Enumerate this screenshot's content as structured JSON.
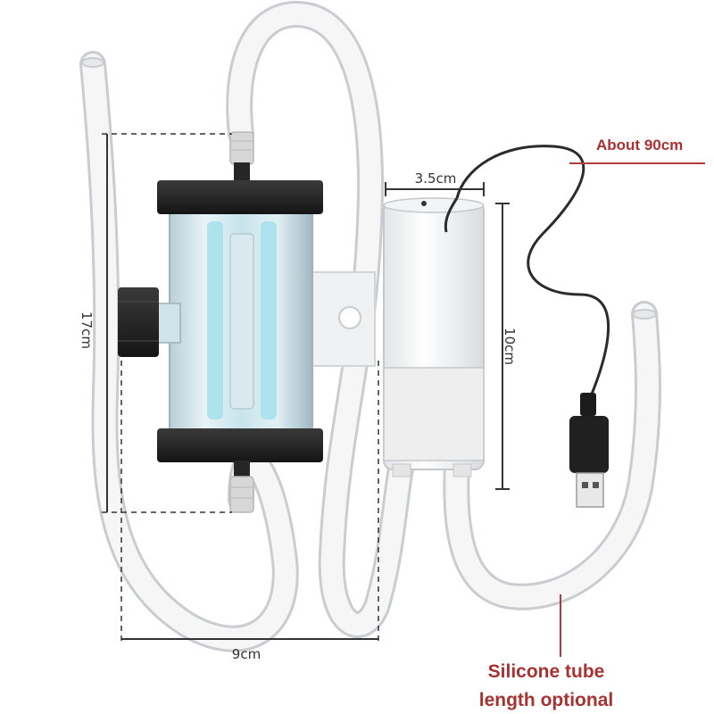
{
  "product_image": {
    "dimensions": {
      "height_unit": "17cm",
      "width_unit": "9cm",
      "pump_width": "3.5cm",
      "pump_height": "10cm"
    },
    "callouts": {
      "cable_length": "About 90cm",
      "tube_note_line1": "Silicone tube",
      "tube_note_line2": "length optional"
    },
    "colors": {
      "tube": "#f4f4f4",
      "tube_outline": "#cfd3d6",
      "callout_text": "#a83232",
      "cap": "#1e1e1e",
      "canister_glass": "#cfe3ea",
      "uv_glow": "#9fdbe8"
    }
  }
}
